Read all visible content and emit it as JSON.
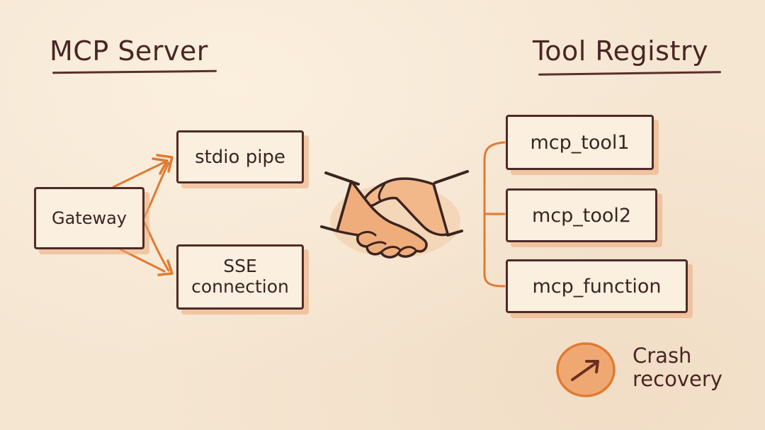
{
  "server": {
    "title": "MCP Server"
  },
  "registry": {
    "title": "Tool Registry"
  },
  "transport": {
    "gateway": "Gateway",
    "stdio": "stdio pipe",
    "sse": [
      "SSE",
      "connection"
    ]
  },
  "tools": [
    "mcp_tool1",
    "mcp_tool2",
    "mcp_function"
  ],
  "recovery": {
    "label": [
      "Crash",
      "recovery"
    ]
  },
  "colors": {
    "background": "#f5e6d2",
    "ink": "#4e2b26",
    "accent": "#e07a32",
    "shadow": "#eca878",
    "skin": "#f2b88a"
  },
  "icons": {
    "center": "handshake-icon",
    "recovery": "arrow-up-right-circle-icon"
  }
}
